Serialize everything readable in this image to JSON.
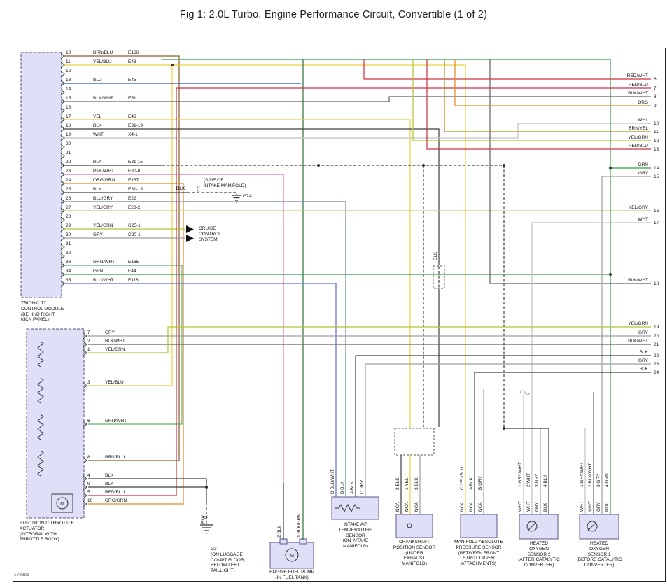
{
  "title": "Fig 1: 2.0L Turbo, Engine Performance Circuit, Convertible (1 of 2)",
  "footer_ref": "178391",
  "break_mark": "((",
  "shield_label": "BLK",
  "cruise": {
    "label": "CRUISE\nCONTROL\nSYSTEM"
  },
  "control_module": {
    "label": "TRIONIC T7\nCONTROL MODULE\n(BEHIND RIGHT\nKICK PANEL)",
    "pins": [
      {
        "num": "10",
        "color": "BRN/BLU",
        "code": "E166"
      },
      {
        "num": "11",
        "color": "YEL/BLU",
        "code": "E43"
      },
      {
        "num": "12",
        "color": "",
        "code": ""
      },
      {
        "num": "13",
        "color": "BLU",
        "code": "E45"
      },
      {
        "num": "14",
        "color": "",
        "code": ""
      },
      {
        "num": "15",
        "color": "BLK/WHT",
        "code": "E51"
      },
      {
        "num": "16",
        "color": "",
        "code": ""
      },
      {
        "num": "17",
        "color": "YEL",
        "code": "E46"
      },
      {
        "num": "18",
        "color": "BLK",
        "code": "E31-19"
      },
      {
        "num": "19",
        "color": "WHT",
        "code": "X4-1"
      },
      {
        "num": "20",
        "color": "",
        "code": ""
      },
      {
        "num": "21",
        "color": "",
        "code": ""
      },
      {
        "num": "22",
        "color": "BLK",
        "code": "E31-15"
      },
      {
        "num": "23",
        "color": "PNK/WHT",
        "code": "E30-8"
      },
      {
        "num": "24",
        "color": "ORG/GRN",
        "code": "E167"
      },
      {
        "num": "25",
        "color": "BLK",
        "code": "E31-13"
      },
      {
        "num": "26",
        "color": "BLU/GRY",
        "code": "E22"
      },
      {
        "num": "27",
        "color": "YEL/GRY",
        "code": "E28-2"
      },
      {
        "num": "28",
        "color": "",
        "code": ""
      },
      {
        "num": "29",
        "color": "YEL/GRN",
        "code": "C25-1"
      },
      {
        "num": "30",
        "color": "GRY",
        "code": "C20-1"
      },
      {
        "num": "31",
        "color": "",
        "code": ""
      },
      {
        "num": "32",
        "color": "",
        "code": ""
      },
      {
        "num": "33",
        "color": "GRN/WHT",
        "code": "E165"
      },
      {
        "num": "34",
        "color": "GRN",
        "code": "E44"
      },
      {
        "num": "35",
        "color": "BLU/WHT",
        "code": "E118"
      }
    ]
  },
  "throttle_actuator": {
    "label": "ELECTRONIC THROTTLE\nACTUATOR\n(INTEGRAL WITH\nTHROTTLE BODY)",
    "pins": [
      {
        "num": "7",
        "color": "GRY"
      },
      {
        "num": "2",
        "color": "BLK/WHT"
      },
      {
        "num": "1",
        "color": "YEL/GRN"
      },
      {
        "num": "3",
        "color": "YEL/BLU"
      },
      {
        "num": "6",
        "color": "GRN/WHT"
      },
      {
        "num": "8",
        "color": "BRN/BLU"
      },
      {
        "num": "4",
        "color": "BLK"
      },
      {
        "num": "9",
        "color": "BLK"
      },
      {
        "num": "5",
        "color": "RED/BLU"
      },
      {
        "num": "10",
        "color": "ORG/GRN"
      }
    ]
  },
  "right_terminals": [
    {
      "num": "6",
      "color": "RED/WHT"
    },
    {
      "num": "7",
      "color": "RED/BLU"
    },
    {
      "num": "8",
      "color": "BLK/WHT"
    },
    {
      "num": "9",
      "color": "ORG"
    },
    {
      "num": "10",
      "color": "WHT"
    },
    {
      "num": "11",
      "color": "BRN/YEL"
    },
    {
      "num": "12",
      "color": "YEL/GRN"
    },
    {
      "num": "13",
      "color": "RED/BLU"
    },
    {
      "num": "14",
      "color": "GRN"
    },
    {
      "num": "15",
      "color": "GRY"
    },
    {
      "num": "16",
      "color": "YEL/GRY"
    },
    {
      "num": "17",
      "color": "WHT"
    },
    {
      "num": "18",
      "color": "BLK/WHT"
    },
    {
      "num": "19",
      "color": "YEL/GRN"
    },
    {
      "num": "20",
      "color": "GRY"
    },
    {
      "num": "21",
      "color": "BLK/WHT"
    },
    {
      "num": "22",
      "color": "BLK"
    },
    {
      "num": "23",
      "color": "GRY"
    },
    {
      "num": "24",
      "color": "BLK"
    }
  ],
  "grounds": {
    "g3": {
      "name": "G3",
      "label": "G3\n(ON LUGGAGE\nCOMPT FLOOR,\nBELOW LEFT\nTAILLIGHT)",
      "wire": "BLK"
    },
    "g7a": {
      "name": "G7A",
      "note": "(SIDE OF\nINTAKE MANIFOLD)",
      "wire": "BLK"
    }
  },
  "components": [
    {
      "name": "ENGINE FUEL PUMP\n(IN FUEL TANK)",
      "pins": [
        "2 BLK",
        "1 BLK/GRN"
      ]
    },
    {
      "name": "INTAKE AIR\nTEMPERATURE\nSENSOR\n(ON INTAKE\nMANIFOLD)",
      "pins": [
        "D BLU/WHT",
        "B BLK",
        "A BLK",
        "C GRY"
      ]
    },
    {
      "name": "CRANKSHAFT\nPOSITION SENSOR\n(UNDER\nEXHAUST\nMANIFOLD)",
      "pins": [
        "2 BLK",
        "1 YEL",
        "3 BLK"
      ],
      "nca": "NCA"
    },
    {
      "name": "MANIFOLD ABSOLUTE\nPRESSURE SENSOR\n(BETWEEN FRONT\nSTRUT UPPER\nATTACHMENTS)",
      "pins": [
        "C YEL/BLU",
        "A BLK",
        "B GRY"
      ],
      "nca": "NCA"
    },
    {
      "name": "HEATED\nOXYGEN\nSENSOR 2\n(AFTER CATALYTIC\nCONVERTER)",
      "pins": [
        "1 GRY/WHT",
        "2 WHT",
        "3 GRY",
        "4 BLK"
      ],
      "pigtails": [
        "WHT",
        "WHT",
        "GRY",
        "BLK"
      ]
    },
    {
      "name": "HEATED\nOXYGEN\nSENSOR 1\n(BEFORE CATALYTIC\nCONVERTER)",
      "pins": [
        "1 GRY/WHT",
        "2 BLK/WHT",
        "3 GRY",
        "4 GRN"
      ],
      "pigtails": [
        "WHT",
        "WHT",
        "GRY",
        "BLK"
      ]
    }
  ],
  "palette": {
    "BLK": "#3c3c3c",
    "GRY": "#9e9e9e",
    "WHT": "#c0c0c0",
    "YEL": "#e8d23c",
    "BLU": "#3050c0",
    "GRN": "#2f9e43",
    "RED": "#d03040",
    "PNK": "#df6ab0",
    "ORG": "#e6861f",
    "BRN": "#8a5a2a",
    "component_box": "#dfe0f7"
  }
}
